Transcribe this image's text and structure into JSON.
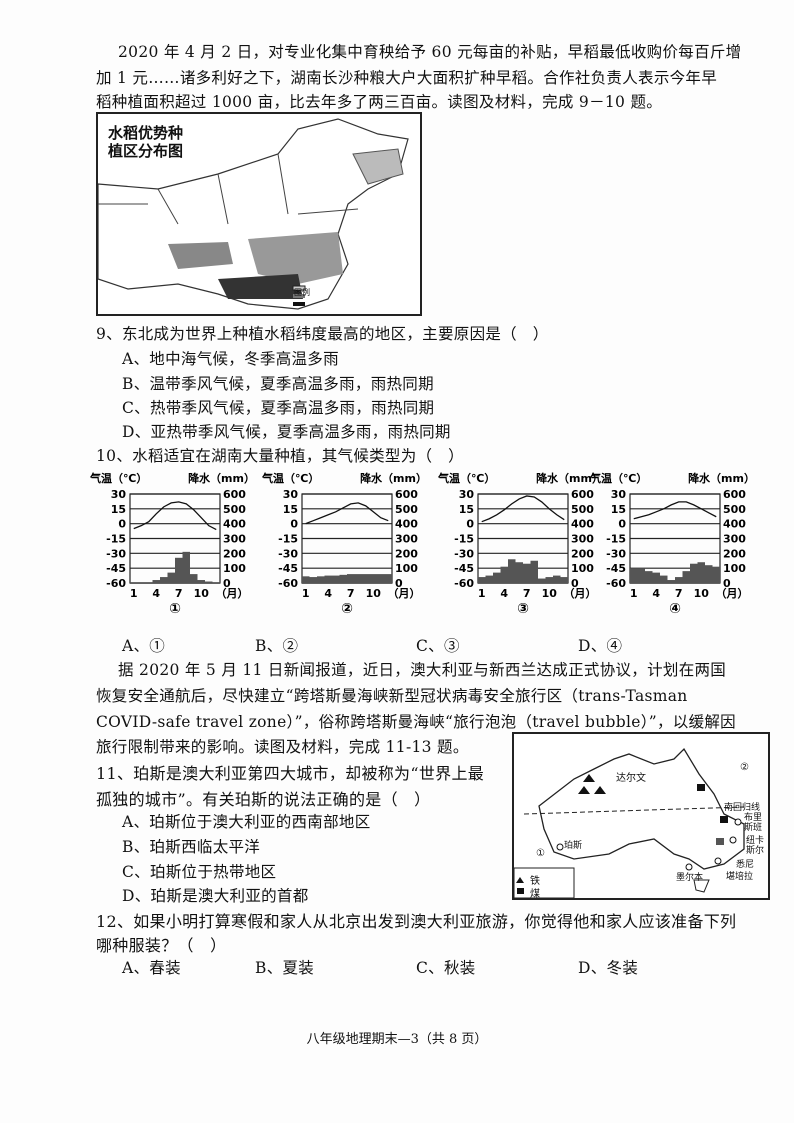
{
  "intro1": [
    "2020 年 4 月 2 日，对专业化集中育秧给予 60 元每亩的补贴，早稻最低收购价每百斤增",
    "加 1 元……诸多利好之下，湖南长沙种粮大户大面积扩种早稻。合作社负责人表示今年早",
    "稻种植面积超过 1000 亩，比去年多了两三百亩。读图及材料，完成 9－10 题。"
  ],
  "rice_map": {
    "title1": "水稻优势种",
    "title2": "植区分布图",
    "legend_title": "图例"
  },
  "q9": {
    "stem": "9、东北成为世界上种植水稻纬度最高的地区，主要原因是（　）",
    "options": [
      "A、地中海气候，冬季高温多雨",
      "B、温带季风气候，夏季高温多雨，雨热同期",
      "C、热带季风气候，夏季高温多雨，雨热同期",
      "D、亚热带季风气候，夏季高温多雨，雨热同期"
    ]
  },
  "q10": {
    "stem": "10、水稻适宜在湖南大量种植，其气候类型为（　）",
    "options": [
      "A、①",
      "B、②",
      "C、③",
      "D、④"
    ]
  },
  "chart_data": [
    {
      "type": "bar+line",
      "label": "①",
      "temp_title": "气温（℃）",
      "precip_title": "降水（mm）",
      "temp_ticks": [
        "30",
        "15",
        "0",
        "-15",
        "-30",
        "-45",
        "-60"
      ],
      "precip_ticks": [
        "600",
        "500",
        "400",
        "300",
        "200",
        "100",
        "0"
      ],
      "x_ticks": [
        "1",
        "4",
        "7",
        "10"
      ],
      "x_unit": "（月）",
      "temp_range": [
        -60,
        30
      ],
      "precip_range": [
        0,
        600
      ],
      "temperature": [
        -5,
        -2,
        2,
        10,
        17,
        21,
        22,
        20,
        14,
        6,
        -2,
        -6
      ],
      "precipitation": [
        5,
        5,
        5,
        20,
        40,
        70,
        170,
        210,
        60,
        20,
        10,
        5
      ]
    },
    {
      "type": "bar+line",
      "label": "②",
      "temp_title": "气温（℃）",
      "precip_title": "降水（mm）",
      "temp_ticks": [
        "30",
        "15",
        "0",
        "-15",
        "-30",
        "-45",
        "-60"
      ],
      "precip_ticks": [
        "600",
        "500",
        "400",
        "300",
        "200",
        "100",
        "0"
      ],
      "x_ticks": [
        "1",
        "4",
        "7",
        "10"
      ],
      "x_unit": "（月）",
      "temp_range": [
        -60,
        30
      ],
      "precip_range": [
        0,
        600
      ],
      "temperature": [
        0,
        3,
        6,
        9,
        12,
        16,
        20,
        21,
        18,
        12,
        6,
        3
      ],
      "precipitation": [
        45,
        40,
        45,
        50,
        50,
        55,
        60,
        60,
        60,
        60,
        60,
        60
      ]
    },
    {
      "type": "bar+line",
      "label": "③",
      "temp_title": "气温（℃）",
      "precip_title": "降水（mm）",
      "temp_ticks": [
        "30",
        "15",
        "0",
        "-15",
        "-30",
        "-45",
        "-60"
      ],
      "precip_ticks": [
        "600",
        "500",
        "400",
        "300",
        "200",
        "100",
        "0"
      ],
      "x_ticks": [
        "1",
        "4",
        "7",
        "10"
      ],
      "x_unit": "（月）",
      "temp_range": [
        -60,
        30
      ],
      "precip_range": [
        0,
        600
      ],
      "temperature": [
        2,
        5,
        9,
        14,
        20,
        25,
        28,
        27,
        22,
        15,
        9,
        4
      ],
      "precipitation": [
        40,
        50,
        70,
        110,
        160,
        140,
        130,
        150,
        30,
        40,
        50,
        40
      ]
    },
    {
      "type": "bar+line",
      "label": "④",
      "temp_title": "气温（℃）",
      "precip_title": "降水（mm）",
      "temp_ticks": [
        "30",
        "15",
        "0",
        "-15",
        "-30",
        "-45",
        "-60"
      ],
      "precip_ticks": [
        "600",
        "500",
        "400",
        "300",
        "200",
        "100",
        "0"
      ],
      "x_ticks": [
        "1",
        "4",
        "7",
        "10"
      ],
      "x_unit": "（月）",
      "temp_range": [
        -60,
        30
      ],
      "precip_range": [
        0,
        600
      ],
      "temperature": [
        5,
        7,
        9,
        12,
        15,
        19,
        22,
        22,
        19,
        15,
        11,
        7
      ],
      "precipitation": [
        100,
        100,
        80,
        70,
        50,
        20,
        40,
        80,
        130,
        140,
        120,
        110
      ]
    }
  ],
  "intro2": [
    "据 2020 年 5 月 11 日新闻报道，近日，澳大利亚与新西兰达成正式协议，计划在两国",
    "恢复安全通航后，尽快建立“跨塔斯曼海峡新型冠状病毒安全旅行区（trans-Tasman",
    "COVID-safe travel zone）”，俗称跨塔斯曼海峡“旅行泡泡（travel bubble）”，以缓解因",
    "旅行限制带来的影响。读图及材料，完成 11-13 题。"
  ],
  "aus_map": {
    "cities": [
      "达尔文",
      "南回归线",
      "布里斯班",
      "纽卡斯尔",
      "悉尼",
      "堪培拉",
      "墨尔本",
      "珀斯"
    ],
    "markers": [
      "①",
      "②"
    ],
    "legend": [
      "铁",
      "煤"
    ]
  },
  "q11": {
    "stem1": "11、珀斯是澳大利亚第四大城市，却被称为“世界上最",
    "stem2": "孤独的城市”。有关珀斯的说法正确的是（　）",
    "options": [
      "A、珀斯位于澳大利亚的西南部地区",
      "B、珀斯西临太平洋",
      "C、珀斯位于热带地区",
      "D、珀斯是澳大利亚的首都"
    ]
  },
  "q12": {
    "stem1": "12、如果小明打算寒假和家人从北京出发到澳大利亚旅游，你觉得他和家人应该准备下列",
    "stem2": "哪种服装？（　）",
    "options": [
      "A、春装",
      "B、夏装",
      "C、秋装",
      "D、冬装"
    ]
  },
  "footer": "八年级地理期末—3（共 8 页）"
}
